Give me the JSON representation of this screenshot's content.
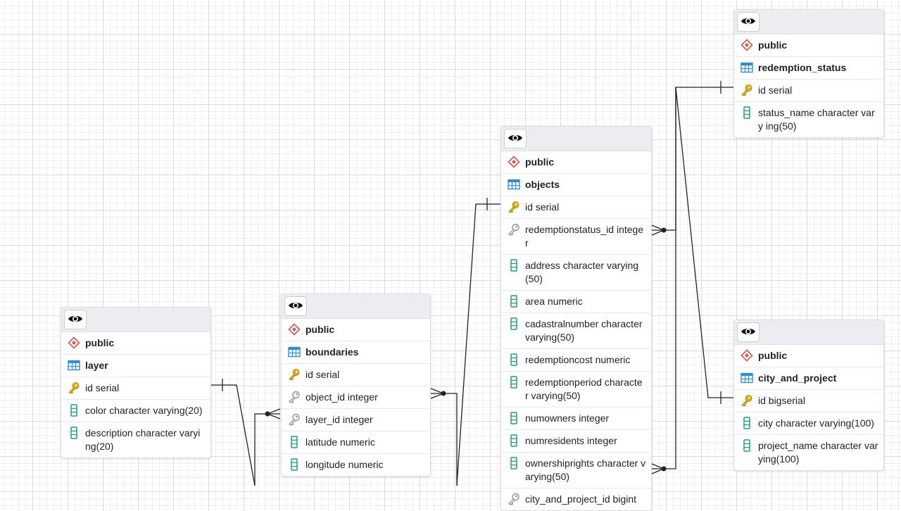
{
  "tables": {
    "layer": {
      "schema": "public",
      "name": "layer",
      "columns": [
        {
          "label": "id serial",
          "icon": "primary-key-icon"
        },
        {
          "label": "color character varying(20)",
          "icon": "column-icon"
        },
        {
          "label": "description character varyi ng(20)",
          "icon": "column-icon"
        }
      ]
    },
    "boundaries": {
      "schema": "public",
      "name": "boundaries",
      "columns": [
        {
          "label": "id serial",
          "icon": "primary-key-icon"
        },
        {
          "label": "object_id integer",
          "icon": "foreign-key-icon"
        },
        {
          "label": "layer_id integer",
          "icon": "foreign-key-icon"
        },
        {
          "label": "latitude numeric",
          "icon": "column-icon"
        },
        {
          "label": "longitude numeric",
          "icon": "column-icon"
        }
      ]
    },
    "objects": {
      "schema": "public",
      "name": "objects",
      "columns": [
        {
          "label": "id serial",
          "icon": "primary-key-icon"
        },
        {
          "label": "redemptionstatus_id intege r",
          "icon": "foreign-key-icon"
        },
        {
          "label": "address character varying (50)",
          "icon": "column-icon"
        },
        {
          "label": "area numeric",
          "icon": "column-icon"
        },
        {
          "label": "cadastralnumber character varying(50)",
          "icon": "column-icon"
        },
        {
          "label": "redemptioncost numeric",
          "icon": "column-icon"
        },
        {
          "label": "redemptionperiod characte r varying(50)",
          "icon": "column-icon"
        },
        {
          "label": "numowners integer",
          "icon": "column-icon"
        },
        {
          "label": "numresidents integer",
          "icon": "column-icon"
        },
        {
          "label": "ownershiprights character varying(50)",
          "icon": "column-icon"
        },
        {
          "label": "city_and_project_id bigint",
          "icon": "foreign-key-icon"
        }
      ]
    },
    "redemption_status": {
      "schema": "public",
      "name": "redemption_status",
      "columns": [
        {
          "label": "id serial",
          "icon": "primary-key-icon"
        },
        {
          "label": "status_name character vary ing(50)",
          "icon": "column-icon"
        }
      ]
    },
    "city_and_project": {
      "schema": "public",
      "name": "city_and_project",
      "columns": [
        {
          "label": "id bigserial",
          "icon": "primary-key-icon"
        },
        {
          "label": "city character varying(100)",
          "icon": "column-icon"
        },
        {
          "label": "project_name character var ying(100)",
          "icon": "column-icon"
        }
      ]
    }
  },
  "colors": {
    "schema_icon": "#d9534f",
    "table_icon": "#2b8fd6",
    "primary_key": "#e3b00f",
    "foreign_key": "#8e8e8e",
    "column_icon": "#1aa082",
    "link_line": "#222222"
  }
}
